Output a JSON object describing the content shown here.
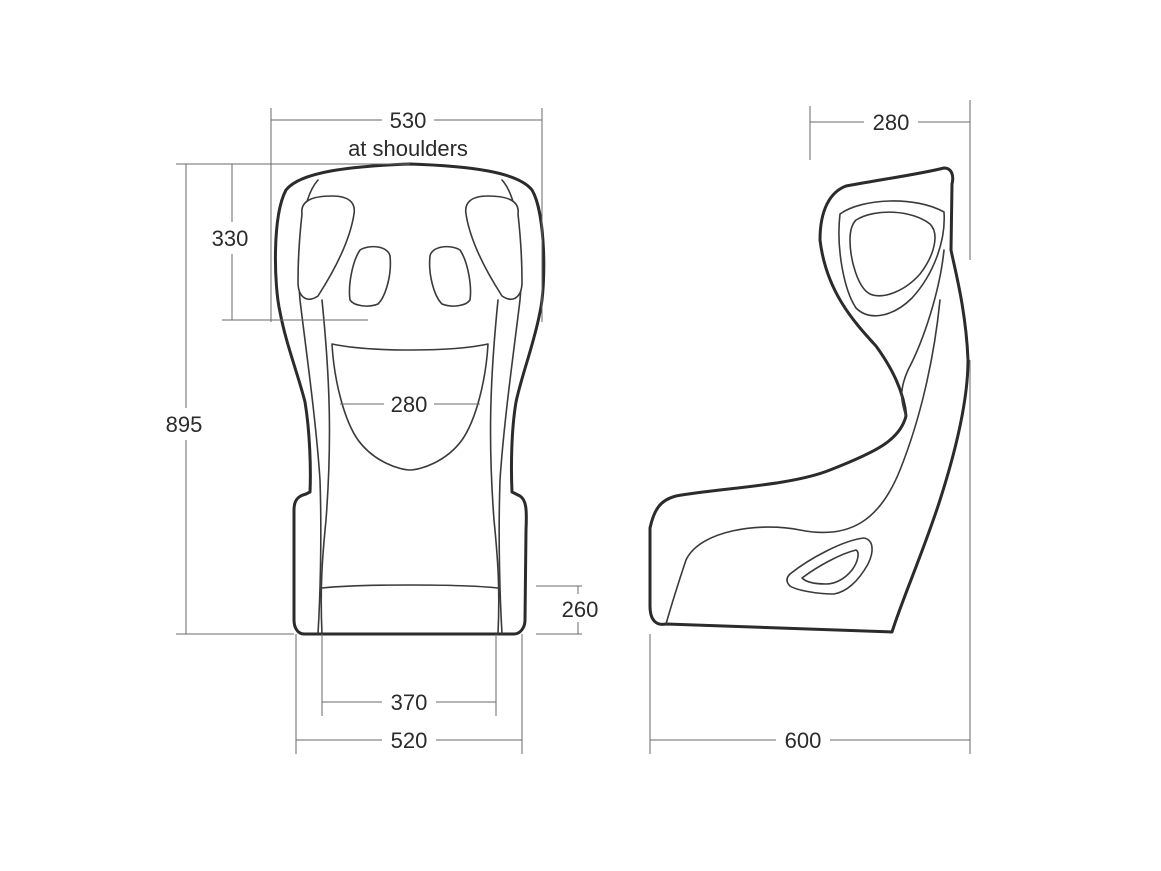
{
  "front_view": {
    "shoulder_width": "530",
    "shoulder_note": "at shoulders",
    "headrest_height": "330",
    "total_height": "895",
    "lumbar_width": "280",
    "cushion_height": "260",
    "seat_width": "370",
    "base_width": "520"
  },
  "side_view": {
    "headrest_depth": "280",
    "total_depth": "600"
  }
}
